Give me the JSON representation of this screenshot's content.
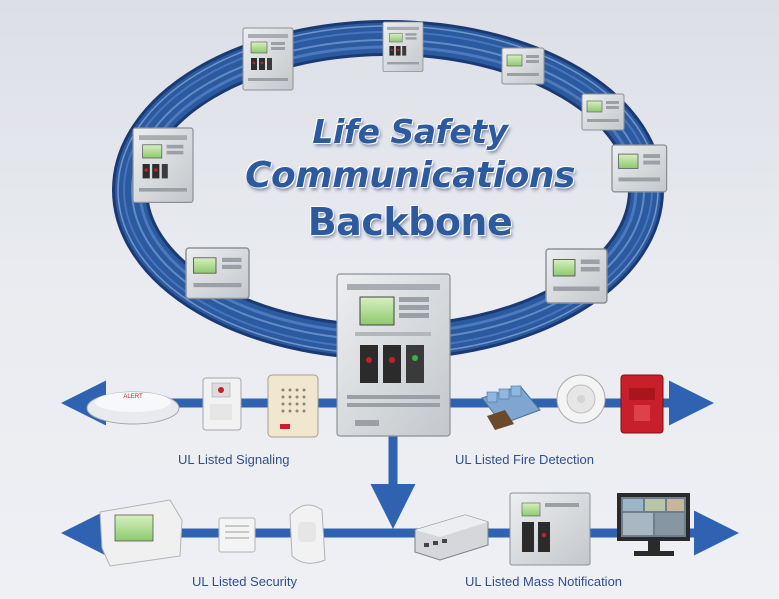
{
  "title": {
    "line1": "Life Safety",
    "line2": "Communications",
    "line3": "Backbone"
  },
  "captions": {
    "signaling": "UL Listed Signaling",
    "fire_detection": "UL Listed Fire Detection",
    "security": "UL Listed Security",
    "mass_notification": "UL Listed Mass Notification"
  },
  "device_text": {
    "strobe_label": "ALERT"
  },
  "colors": {
    "backbone_blue": "#2b5aa0",
    "arrow_blue": "#2f63b2",
    "panel_gray": "#d5d7da",
    "alarm_red": "#c8202a",
    "caption_text": "#2f4f8f"
  },
  "icons": [
    "control-panel-icon",
    "ceiling-speaker-icon",
    "strobe-device-icon",
    "wall-speaker-icon",
    "relay-module-icon",
    "smoke-detector-icon",
    "pull-station-icon",
    "access-controller-icon",
    "motion-sensor-icon",
    "network-gateway-icon",
    "monitor-icon"
  ]
}
